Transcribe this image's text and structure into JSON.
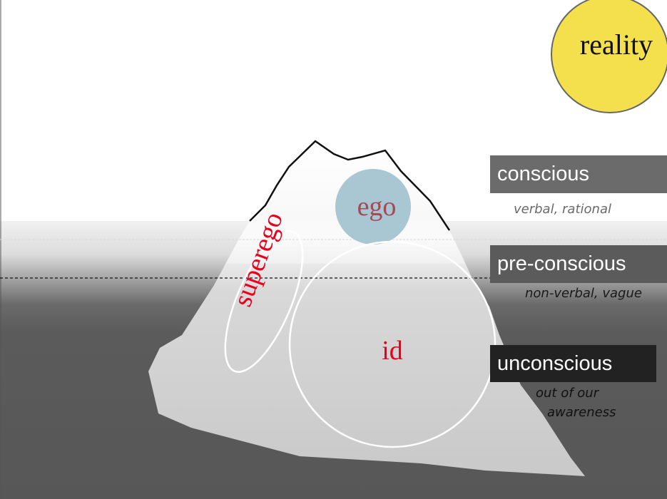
{
  "labels": {
    "reality": "reality",
    "ego": "ego",
    "superego": "superego",
    "id": "id"
  },
  "levels": [
    {
      "name": "conscious",
      "description": [
        "verbal, rational"
      ]
    },
    {
      "name": "pre-conscious",
      "description": [
        "non-verbal, vague"
      ]
    },
    {
      "name": "unconscious",
      "description": [
        "out of our",
        "awareness"
      ]
    }
  ],
  "colors": {
    "sun": "#f4e04d",
    "ego_fill": "#a9c6d3",
    "label_red": "#e8001c",
    "ego_text": "#a24a56",
    "water": "#5b5b5b",
    "iceberg": "#c9c9c9"
  }
}
